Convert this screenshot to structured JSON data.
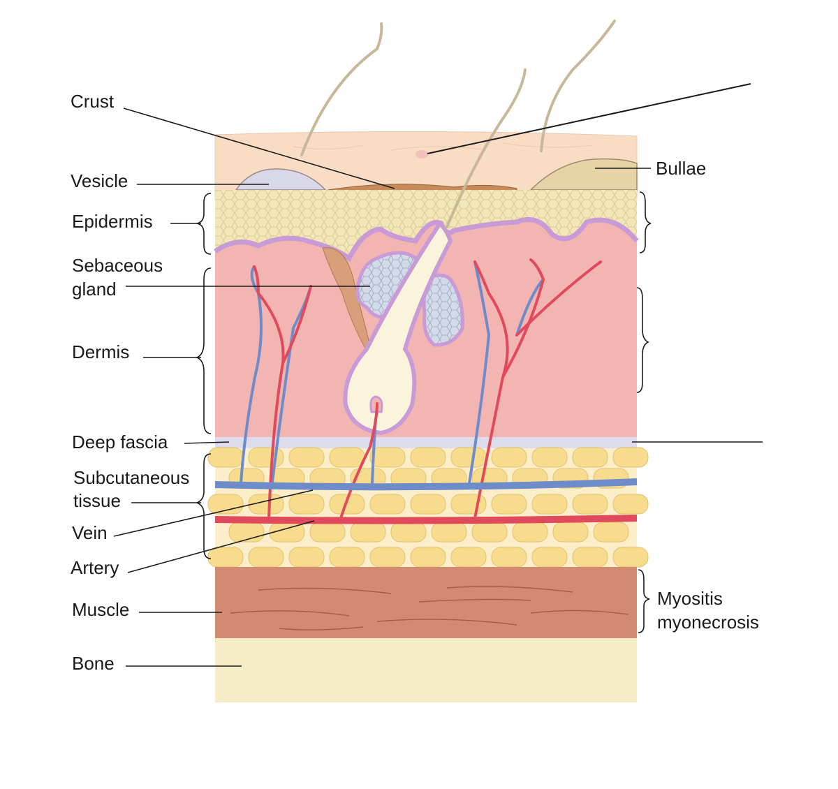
{
  "labels": {
    "crust": "Crust",
    "vesicle": "Vesicle",
    "epidermis": "Epidermis",
    "sebaceous_line1": "Sebaceous",
    "sebaceous_line2": "gland",
    "dermis": "Dermis",
    "deep_fascia": "Deep fascia",
    "subcutaneous_line1": "Subcutaneous",
    "subcutaneous_line2": "tissue",
    "vein": "Vein",
    "artery": "Artery",
    "muscle": "Muscle",
    "bone": "Bone",
    "bullae": "Bullae",
    "myositis_line1": "Myositis",
    "myositis_line2": "myonecrosis"
  },
  "colors": {
    "surface": "#f8dcc4",
    "vesicle": "#d9d8e8",
    "bullae": "#e6d4a6",
    "crust": "#c88a5a",
    "epidermis": "#f3e6b8",
    "basement": "#c99bd6",
    "dermis": "#f2b5b1",
    "sebaceous": "#d4dbe8",
    "hair_follicle": "#fbf4dc",
    "deep_fascia": "#dcdcec",
    "fat": "#f8dc8e",
    "fat_bg": "#fbeec8",
    "vein": "#6e8cc9",
    "artery": "#e04a5c",
    "muscle": "#d28b70",
    "bone": "#f5ecc8"
  }
}
